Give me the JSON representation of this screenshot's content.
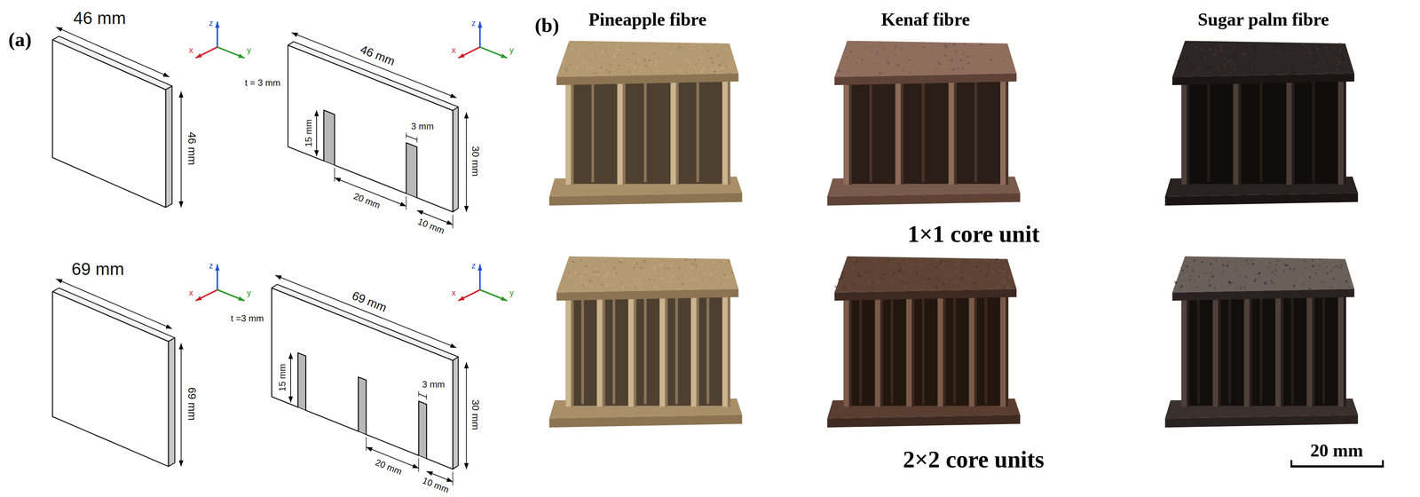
{
  "diagram": {
    "labels": [
      "(a)",
      "46 mm",
      "46 mm",
      "z",
      "y",
      "x",
      "t = 3 mm",
      "46 mm",
      "15 mm",
      "3 mm",
      "20 mm",
      "10 mm",
      "30 mm",
      "z",
      "y",
      "x",
      "69 mm",
      "69 mm",
      "z",
      "y",
      "x",
      "t =3 mm",
      "69 mm",
      "15 mm",
      "3 mm",
      "20 mm",
      "10 mm",
      "30 mm",
      "z",
      "y",
      "x",
      "(b)",
      "Pineapple fibre",
      "Kenaf fibre",
      "Sugar palm fibre",
      "1×1 core unit",
      "2×2 core units",
      "20 mm"
    ]
  }
}
